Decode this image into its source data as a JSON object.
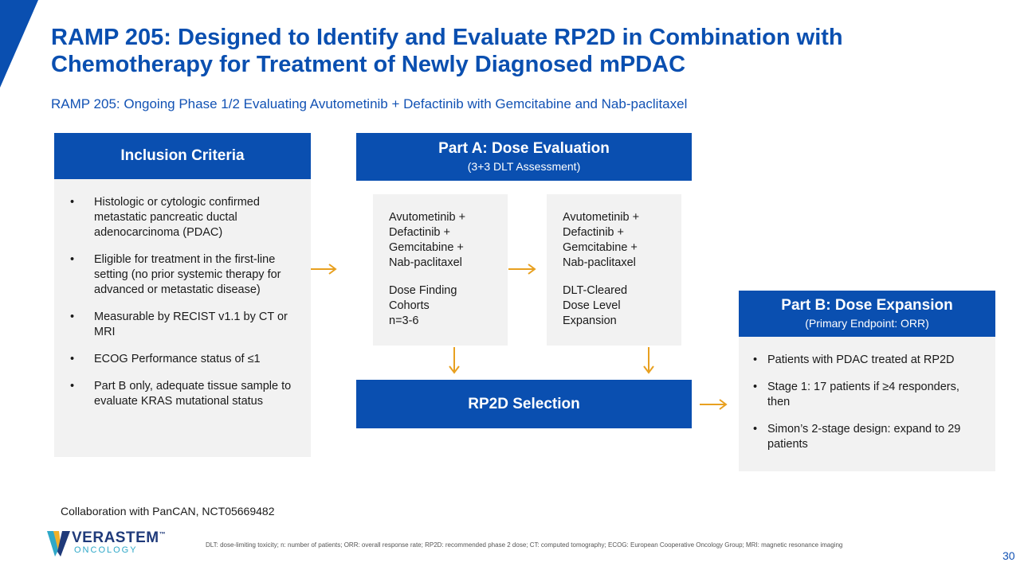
{
  "slide": {
    "title": "RAMP 205: Designed to Identify and Evaluate RP2D in Combination with Chemotherapy for Treatment of Newly Diagnosed mPDAC",
    "subtitle": "RAMP 205: Ongoing Phase 1/2 Evaluating Avutometinib + Defactinib with Gemcitabine and Nab-paclitaxel",
    "page_number": "30"
  },
  "inclusion": {
    "header": "Inclusion Criteria",
    "items": [
      "Histologic or cytologic confirmed metastatic pancreatic ductal adenocarcinoma (PDAC)",
      "Eligible for treatment in the first-line setting (no prior systemic therapy for advanced or metastatic disease)",
      "Measurable by RECIST v1.1 by CT or MRI",
      "ECOG Performance status of ≤1",
      "Part B only, adequate tissue sample to evaluate KRAS mutational status"
    ]
  },
  "part_a": {
    "title": "Part A: Dose Evaluation",
    "subtitle": "(3+3 DLT Assessment)",
    "cohort1": {
      "regimen": [
        "Avutometinib +",
        "Defactinib +",
        "Gemcitabine +",
        "Nab-paclitaxel"
      ],
      "detail": [
        "Dose Finding",
        "Cohorts",
        "n=3-6"
      ]
    },
    "cohort2": {
      "regimen": [
        "Avutometinib +",
        "Defactinib +",
        "Gemcitabine +",
        "Nab-paclitaxel"
      ],
      "detail": [
        "DLT-Cleared",
        "Dose Level",
        "Expansion"
      ]
    }
  },
  "rp2d": {
    "label": "RP2D Selection"
  },
  "part_b": {
    "title": "Part B: Dose Expansion",
    "subtitle": "(Primary Endpoint: ORR)",
    "items": [
      "Patients with PDAC treated at RP2D",
      "Stage 1: 17 patients if ≥4 responders, then",
      "Simon’s 2-stage design: expand to 29 patients"
    ]
  },
  "footer": {
    "collaboration": "Collaboration with PanCAN, NCT05669482",
    "abbreviations": "DLT: dose-limiting toxicity; n: number of patients; ORR: overall response rate; RP2D: recommended phase 2 dose; CT: computed tomography; ECOG: European Cooperative Oncology Group; MRI: magnetic resonance imaging",
    "logo_name": "VERASTEM",
    "logo_tm": "™",
    "logo_sub": "ONCOLOGY"
  },
  "colors": {
    "primary_blue": "#0a4fb0",
    "panel_gray": "#f2f2f2",
    "arrow_orange": "#e8a020",
    "logo_teal": "#2fa8c8",
    "logo_navy": "#1f3a7a"
  }
}
